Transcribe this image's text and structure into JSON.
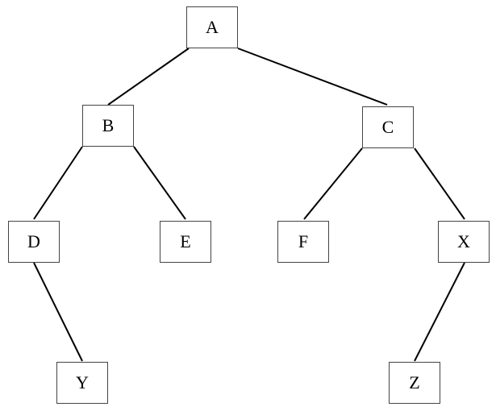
{
  "nodes": {
    "A": "A",
    "B": "B",
    "C": "C",
    "D": "D",
    "E": "E",
    "F": "F",
    "X": "X",
    "Y": "Y",
    "Z": "Z"
  },
  "edges": [
    [
      "A",
      "B"
    ],
    [
      "A",
      "C"
    ],
    [
      "B",
      "D"
    ],
    [
      "B",
      "E"
    ],
    [
      "C",
      "F"
    ],
    [
      "C",
      "X"
    ],
    [
      "D",
      "Y"
    ],
    [
      "X",
      "Z"
    ]
  ]
}
